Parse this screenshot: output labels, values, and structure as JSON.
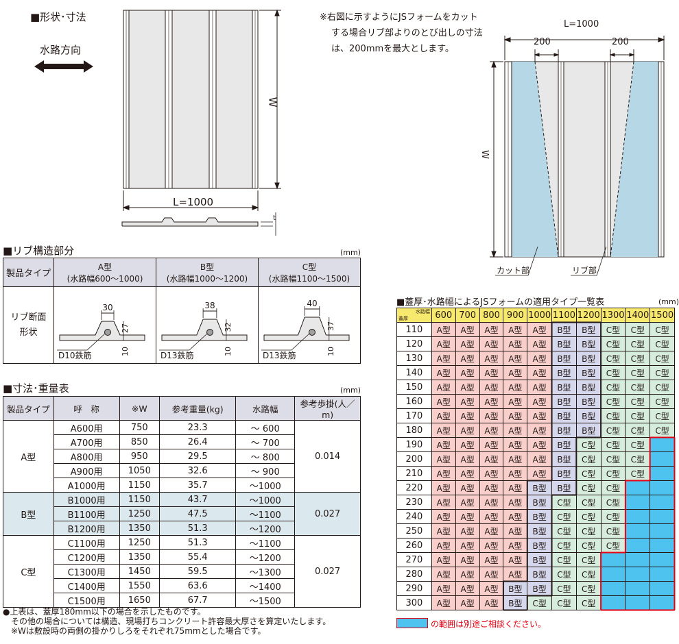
{
  "shape_section": {
    "title": "■形状･寸法",
    "flow_label": "水路方向",
    "dim_w": "W",
    "dim_l": "L=1000",
    "dim_t": "t"
  },
  "cut_note": {
    "lines": [
      "※右図に示すようにJSフォームをカット",
      "する場合リブ部よりのとび出しの寸法",
      "は、200mmを最大とします。"
    ],
    "dim_l": "L=1000",
    "dim_200_left": "200",
    "dim_200_right": "200",
    "dim_w": "W",
    "cut_label": "カット部",
    "rib_label": "リブ部"
  },
  "rib_section": {
    "title": "■リブ構造部分",
    "unit": "(mm)",
    "product_type": "製品タイプ",
    "row_label_1": "リブ断面",
    "row_label_2": "形状",
    "types": [
      {
        "name": "A型",
        "range": "(水路幅600〜1000)",
        "width": "30",
        "height": "27",
        "bottom": "10",
        "rebar": "D10鉄筋"
      },
      {
        "name": "B型",
        "range": "(水路幅1000〜1200)",
        "width": "38",
        "height": "32",
        "bottom": "10",
        "rebar": "D13鉄筋"
      },
      {
        "name": "C型",
        "range": "(水路幅1100〜1500)",
        "width": "40",
        "height": "37",
        "bottom": "10",
        "rebar": "D13鉄筋"
      }
    ]
  },
  "dim_section": {
    "title": "■寸法･重量表",
    "unit": "(mm)",
    "headers": [
      "製品タイプ",
      "呼　称",
      "※W",
      "参考重量(kg)",
      "水路幅",
      "参考歩掛(人／m)"
    ],
    "groups": [
      {
        "type": "A型",
        "rate": "0.014",
        "rows": [
          [
            "A600用",
            "750",
            "23.3",
            "〜 600"
          ],
          [
            "A700用",
            "850",
            "26.4",
            "〜 700"
          ],
          [
            "A800用",
            "950",
            "29.5",
            "〜 800"
          ],
          [
            "A900用",
            "1050",
            "32.6",
            "〜 900"
          ],
          [
            "A1000用",
            "1150",
            "35.7",
            "〜1000"
          ]
        ]
      },
      {
        "type": "B型",
        "rate": "0.027",
        "rows": [
          [
            "B1000用",
            "1150",
            "43.7",
            "〜1000"
          ],
          [
            "B1100用",
            "1250",
            "47.5",
            "〜1100"
          ],
          [
            "B1200用",
            "1350",
            "51.3",
            "〜1200"
          ]
        ]
      },
      {
        "type": "C型",
        "rate": "0.027",
        "rows": [
          [
            "C1100用",
            "1250",
            "51.3",
            "〜1100"
          ],
          [
            "C1200用",
            "1350",
            "55.4",
            "〜1200"
          ],
          [
            "C1300用",
            "1450",
            "59.5",
            "〜1300"
          ],
          [
            "C1400用",
            "1550",
            "63.6",
            "〜1400"
          ],
          [
            "C1500用",
            "1650",
            "67.7",
            "〜1500"
          ]
        ]
      }
    ],
    "notes": [
      "●上表は、蓋厚180mm以下の場合を示したものです。",
      "その他の場合については構造、現場打ちコンクリート許容最大厚さを算定いたします。",
      "※Wは敷設時の両側の掛かりしろをそれぞれ75mmとした場合です。"
    ]
  },
  "app_section": {
    "title": "■蓋厚･水路幅によるJSフォームの適用タイプ一覧表",
    "unit": "(mm)",
    "corner_top": "水路幅",
    "corner_bottom": "蓋厚",
    "widths": [
      "600",
      "700",
      "800",
      "900",
      "1000",
      "1100",
      "1200",
      "1300",
      "1400",
      "1500"
    ],
    "rows": [
      {
        "t": "110",
        "cells": [
          "A",
          "A",
          "A",
          "A",
          "A",
          "B",
          "B",
          "C",
          "C",
          "C"
        ]
      },
      {
        "t": "120",
        "cells": [
          "A",
          "A",
          "A",
          "A",
          "A",
          "B",
          "B",
          "C",
          "C",
          "C"
        ]
      },
      {
        "t": "130",
        "cells": [
          "A",
          "A",
          "A",
          "A",
          "A",
          "B",
          "B",
          "C",
          "C",
          "C"
        ]
      },
      {
        "t": "140",
        "cells": [
          "A",
          "A",
          "A",
          "A",
          "A",
          "B",
          "B",
          "C",
          "C",
          "C"
        ]
      },
      {
        "t": "150",
        "cells": [
          "A",
          "A",
          "A",
          "A",
          "A",
          "B",
          "B",
          "C",
          "C",
          "C"
        ]
      },
      {
        "t": "160",
        "cells": [
          "A",
          "A",
          "A",
          "A",
          "A",
          "B",
          "B",
          "C",
          "C",
          "C"
        ]
      },
      {
        "t": "170",
        "cells": [
          "A",
          "A",
          "A",
          "A",
          "A",
          "B",
          "B",
          "C",
          "C",
          "C"
        ]
      },
      {
        "t": "180",
        "cells": [
          "A",
          "A",
          "A",
          "A",
          "A",
          "B",
          "B",
          "C",
          "C",
          "C"
        ]
      },
      {
        "t": "190",
        "cells": [
          "A",
          "A",
          "A",
          "A",
          "A",
          "B",
          "C",
          "C",
          "C",
          "X"
        ]
      },
      {
        "t": "200",
        "cells": [
          "A",
          "A",
          "A",
          "A",
          "A",
          "B",
          "C",
          "C",
          "C",
          "X"
        ]
      },
      {
        "t": "210",
        "cells": [
          "A",
          "A",
          "A",
          "A",
          "A",
          "B",
          "C",
          "C",
          "C",
          "X"
        ]
      },
      {
        "t": "220",
        "cells": [
          "A",
          "A",
          "A",
          "A",
          "B",
          "B",
          "C",
          "C",
          "X",
          "X"
        ]
      },
      {
        "t": "230",
        "cells": [
          "A",
          "A",
          "A",
          "A",
          "B",
          "C",
          "C",
          "C",
          "X",
          "X"
        ]
      },
      {
        "t": "240",
        "cells": [
          "A",
          "A",
          "A",
          "A",
          "B",
          "C",
          "C",
          "C",
          "X",
          "X"
        ]
      },
      {
        "t": "250",
        "cells": [
          "A",
          "A",
          "A",
          "A",
          "B",
          "C",
          "C",
          "C",
          "X",
          "X"
        ]
      },
      {
        "t": "260",
        "cells": [
          "A",
          "A",
          "A",
          "A",
          "B",
          "C",
          "C",
          "C",
          "X",
          "X"
        ]
      },
      {
        "t": "270",
        "cells": [
          "A",
          "A",
          "A",
          "A",
          "B",
          "C",
          "C",
          "X",
          "X",
          "X"
        ]
      },
      {
        "t": "280",
        "cells": [
          "A",
          "A",
          "A",
          "A",
          "B",
          "C",
          "C",
          "X",
          "X",
          "X"
        ]
      },
      {
        "t": "290",
        "cells": [
          "A",
          "A",
          "A",
          "B",
          "B",
          "C",
          "C",
          "X",
          "X",
          "X"
        ]
      },
      {
        "t": "300",
        "cells": [
          "A",
          "A",
          "A",
          "B",
          "C",
          "C",
          "C",
          "X",
          "X",
          "X"
        ]
      }
    ],
    "labels": {
      "A": "A型",
      "B": "B型",
      "C": "C型",
      "X": ""
    },
    "legend_text": "の範囲は別途ご相談ください。"
  },
  "colors": {
    "A": "#f8cfcb",
    "B": "#d5d7ec",
    "C": "#d6eddd",
    "X": "#4fc3f0",
    "red": "#e60012"
  }
}
